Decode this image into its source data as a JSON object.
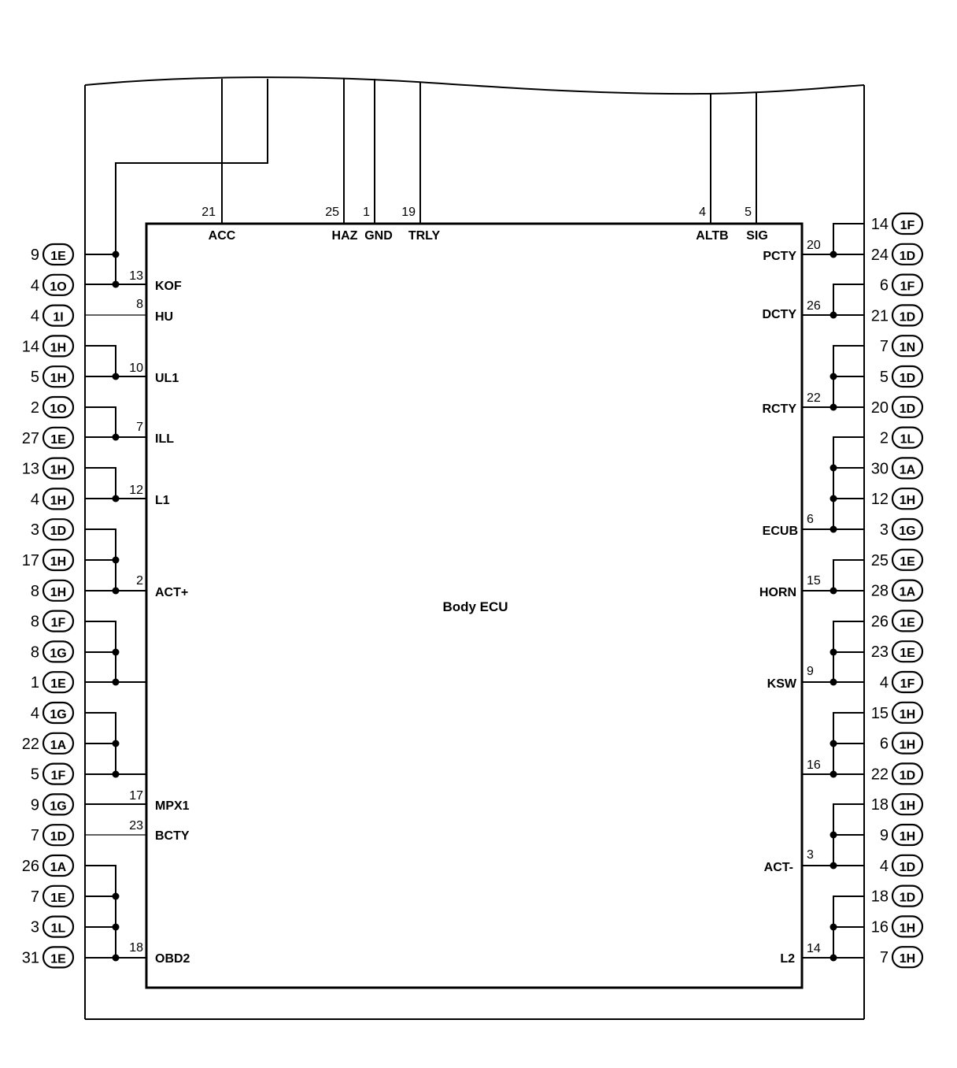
{
  "ecu_label": "Body ECU",
  "top_pins": [
    {
      "pin": "21",
      "signal": "ACC"
    },
    {
      "pin": "25",
      "signal": "HAZ"
    },
    {
      "pin": "1",
      "signal": "GND"
    },
    {
      "pin": "19",
      "signal": "TRLY"
    },
    {
      "pin": "4",
      "signal": "ALTB"
    },
    {
      "pin": "5",
      "signal": "SIG"
    }
  ],
  "left_pins": [
    {
      "pin": "13",
      "signal": "KOF"
    },
    {
      "pin": "8",
      "signal": "HU"
    },
    {
      "pin": "10",
      "signal": "UL1"
    },
    {
      "pin": "7",
      "signal": "ILL"
    },
    {
      "pin": "12",
      "signal": "L1"
    },
    {
      "pin": "2",
      "signal": "ACT+"
    },
    {
      "pin": "17",
      "signal": "MPX1"
    },
    {
      "pin": "23",
      "signal": "BCTY"
    },
    {
      "pin": "18",
      "signal": "OBD2"
    }
  ],
  "right_pins": [
    {
      "pin": "20",
      "signal": "PCTY"
    },
    {
      "pin": "26",
      "signal": "DCTY"
    },
    {
      "pin": "22",
      "signal": "RCTY"
    },
    {
      "pin": "6",
      "signal": "ECUB"
    },
    {
      "pin": "15",
      "signal": "HORN"
    },
    {
      "pin": "9",
      "signal": "KSW"
    },
    {
      "pin": "16",
      "signal": ""
    },
    {
      "pin": "3",
      "signal": "ACT-"
    },
    {
      "pin": "14",
      "signal": "L2"
    }
  ],
  "left_connectors": [
    {
      "num": "9",
      "conn": "1E"
    },
    {
      "num": "4",
      "conn": "1O"
    },
    {
      "num": "4",
      "conn": "1I"
    },
    {
      "num": "14",
      "conn": "1H"
    },
    {
      "num": "5",
      "conn": "1H"
    },
    {
      "num": "2",
      "conn": "1O"
    },
    {
      "num": "27",
      "conn": "1E"
    },
    {
      "num": "13",
      "conn": "1H"
    },
    {
      "num": "4",
      "conn": "1H"
    },
    {
      "num": "3",
      "conn": "1D"
    },
    {
      "num": "17",
      "conn": "1H"
    },
    {
      "num": "8",
      "conn": "1H"
    },
    {
      "num": "8",
      "conn": "1F"
    },
    {
      "num": "8",
      "conn": "1G"
    },
    {
      "num": "1",
      "conn": "1E"
    },
    {
      "num": "4",
      "conn": "1G"
    },
    {
      "num": "22",
      "conn": "1A"
    },
    {
      "num": "5",
      "conn": "1F"
    },
    {
      "num": "9",
      "conn": "1G"
    },
    {
      "num": "7",
      "conn": "1D"
    },
    {
      "num": "26",
      "conn": "1A"
    },
    {
      "num": "7",
      "conn": "1E"
    },
    {
      "num": "3",
      "conn": "1L"
    },
    {
      "num": "31",
      "conn": "1E"
    }
  ],
  "right_connectors": [
    {
      "num": "14",
      "conn": "1F"
    },
    {
      "num": "24",
      "conn": "1D"
    },
    {
      "num": "6",
      "conn": "1F"
    },
    {
      "num": "21",
      "conn": "1D"
    },
    {
      "num": "7",
      "conn": "1N"
    },
    {
      "num": "5",
      "conn": "1D"
    },
    {
      "num": "20",
      "conn": "1D"
    },
    {
      "num": "2",
      "conn": "1L"
    },
    {
      "num": "30",
      "conn": "1A"
    },
    {
      "num": "12",
      "conn": "1H"
    },
    {
      "num": "3",
      "conn": "1G"
    },
    {
      "num": "25",
      "conn": "1E"
    },
    {
      "num": "28",
      "conn": "1A"
    },
    {
      "num": "26",
      "conn": "1E"
    },
    {
      "num": "23",
      "conn": "1E"
    },
    {
      "num": "4",
      "conn": "1F"
    },
    {
      "num": "15",
      "conn": "1H"
    },
    {
      "num": "6",
      "conn": "1H"
    },
    {
      "num": "22",
      "conn": "1D"
    },
    {
      "num": "18",
      "conn": "1H"
    },
    {
      "num": "9",
      "conn": "1H"
    },
    {
      "num": "4",
      "conn": "1D"
    },
    {
      "num": "18",
      "conn": "1D"
    },
    {
      "num": "16",
      "conn": "1H"
    },
    {
      "num": "7",
      "conn": "1H"
    }
  ]
}
